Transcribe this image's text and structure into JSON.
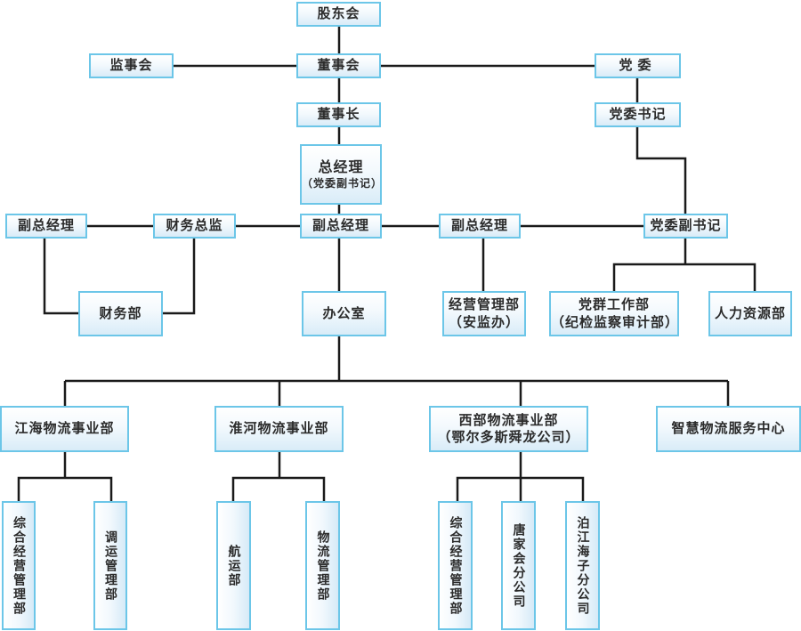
{
  "chart": {
    "title": "组织架构图",
    "top": {
      "shareholders": "股东会",
      "supervisors": "监事会",
      "board": "董事会",
      "party_committee": "党委",
      "chairman": "董事长",
      "party_secretary": "党委书记"
    },
    "management": {
      "general_manager": "总经理",
      "general_manager_note": "（党委副书记）",
      "deputy_gm_left": "副总经理",
      "cfo": "财务总监",
      "deputy_gm_center": "副总经理",
      "deputy_gm_right": "副总经理",
      "party_deputy_secretary": "党委副书记"
    },
    "departments": {
      "finance": "财务部",
      "office": "办公室",
      "operations_line1": "经营管理部",
      "operations_line2": "（安监办）",
      "party_work_line1": "党群工作部",
      "party_work_line2": "（纪检监察审计部）",
      "hr": "人力资源部"
    },
    "divisions": [
      {
        "name": "江海物流事业部",
        "units": [
          "综合经营管理部",
          "调运管理部"
        ]
      },
      {
        "name": "淮河物流事业部",
        "units": [
          "航运部",
          "物流管理部"
        ]
      },
      {
        "name": "西部物流事业部",
        "subtitle": "（鄂尔多斯舜龙公司）",
        "units": [
          "综合经营管理部",
          "唐家会分公司",
          "泊江海子分公司"
        ]
      },
      {
        "name": "智慧物流服务中心",
        "units": []
      }
    ]
  },
  "colors": {
    "box_border": "#6cc6e8",
    "box_fill_top": "#ffffff",
    "box_fill_bottom": "#d9ecf8",
    "connector": "#1a1a1a",
    "text": "#2b2b2b"
  }
}
